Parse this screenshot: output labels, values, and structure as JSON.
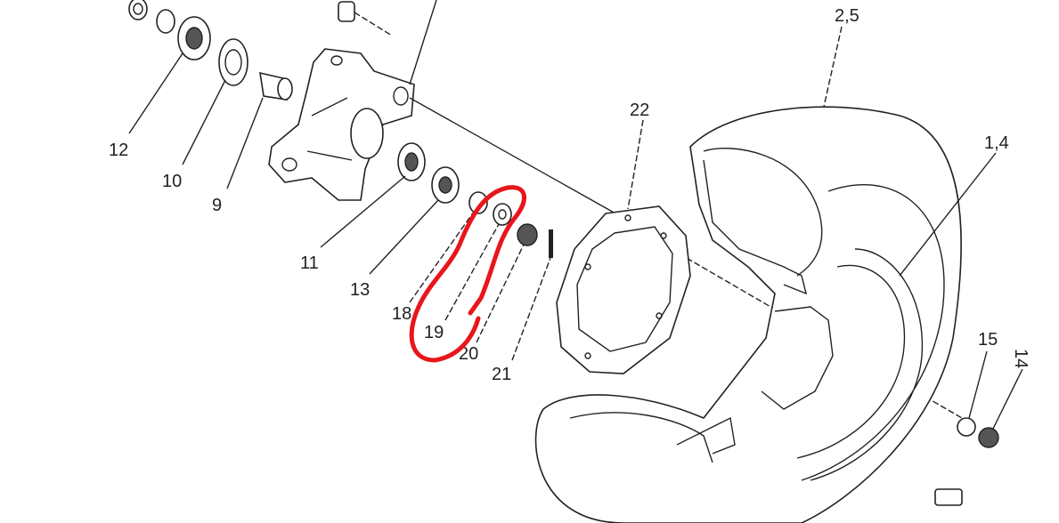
{
  "diagram": {
    "labels": {
      "p12": "12",
      "p10": "10",
      "p9": "9",
      "p11": "11",
      "p13": "13",
      "p18": "18",
      "p19": "19",
      "p20": "20",
      "p21": "21",
      "p22": "22",
      "p25": "2,5",
      "p14a": "1,4",
      "p15": "15",
      "p14": "14"
    },
    "annotation_color": "#e8161c"
  }
}
